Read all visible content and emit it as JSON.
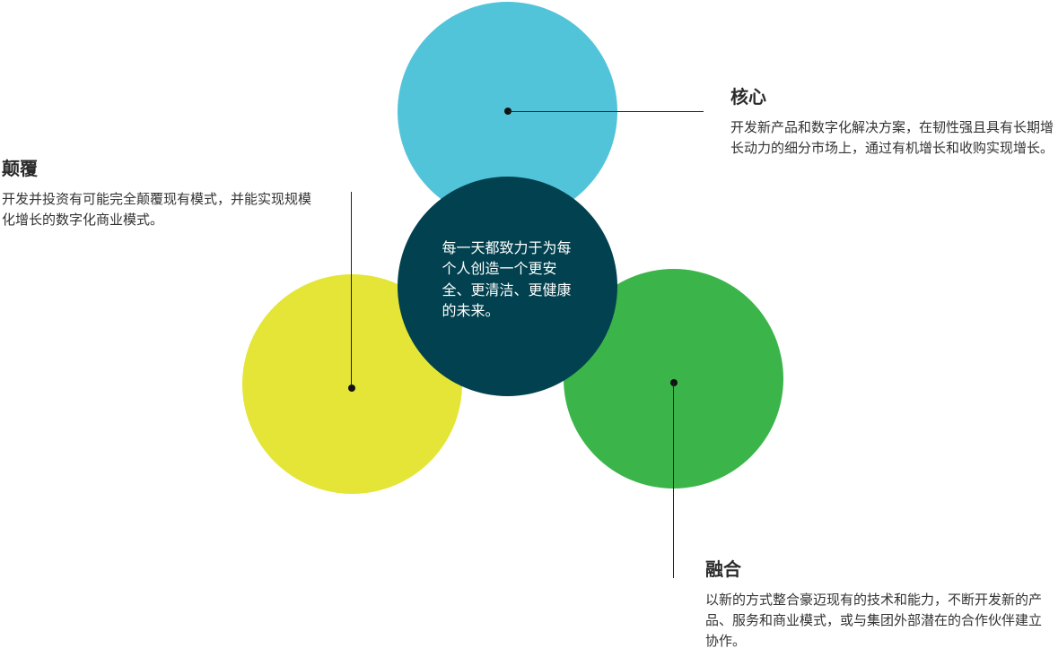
{
  "colors": {
    "core": "#52C4D9",
    "disrupt": "#E4E536",
    "fusion": "#3BB54A",
    "center": "#02414F"
  },
  "center": {
    "text": "每一天都致力于为每个人创造一个更安全、更清洁、更健康的未来。"
  },
  "core": {
    "title": "核心",
    "description": "开发新产品和数字化解决方案，在韧性强且具有长期增长动力的细分市场上，通过有机增长和收购实现增长。"
  },
  "disrupt": {
    "title": "颠覆",
    "description": "开发并投资有可能完全颠覆现有模式，并能实现规模化增长的数字化商业模式。"
  },
  "fusion": {
    "title": "融合",
    "description": "以新的方式整合豪迈现有的技术和能力，不断开发新的产品、服务和商业模式，或与集团外部潜在的合作伙伴建立协作。"
  }
}
